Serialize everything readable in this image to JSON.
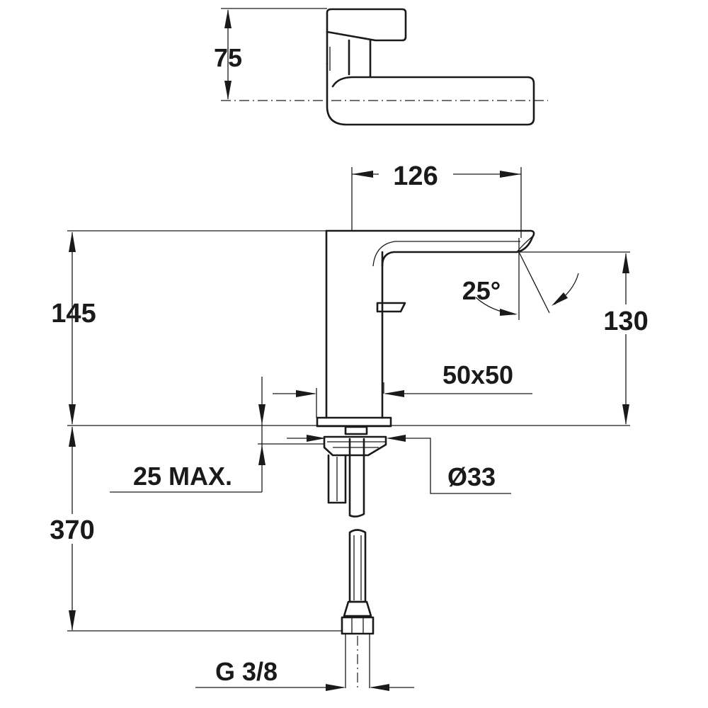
{
  "dimensions": {
    "handle_height": "75",
    "spout_reach": "126",
    "body_height": "145",
    "spout_height": "130",
    "spout_angle": "25°",
    "body_section": "50x50",
    "deck_thickness": "25 MAX.",
    "hole_diameter": "Ø33",
    "hose_length": "370",
    "connection_thread": "G 3/8"
  }
}
